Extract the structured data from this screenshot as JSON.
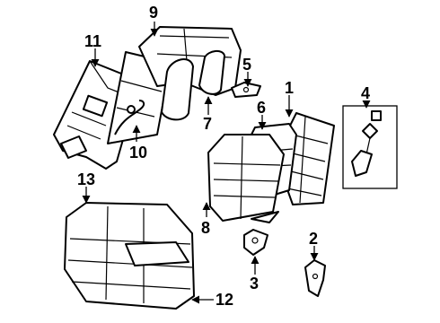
{
  "callouts": {
    "c1": "1",
    "c2": "2",
    "c3": "3",
    "c4": "4",
    "c5": "5",
    "c6": "6",
    "c7": "7",
    "c8": "8",
    "c9": "9",
    "c10": "10",
    "c11": "11",
    "c12": "12",
    "c13": "13"
  },
  "colors": {
    "ink": "#000000",
    "background": "#ffffff"
  }
}
